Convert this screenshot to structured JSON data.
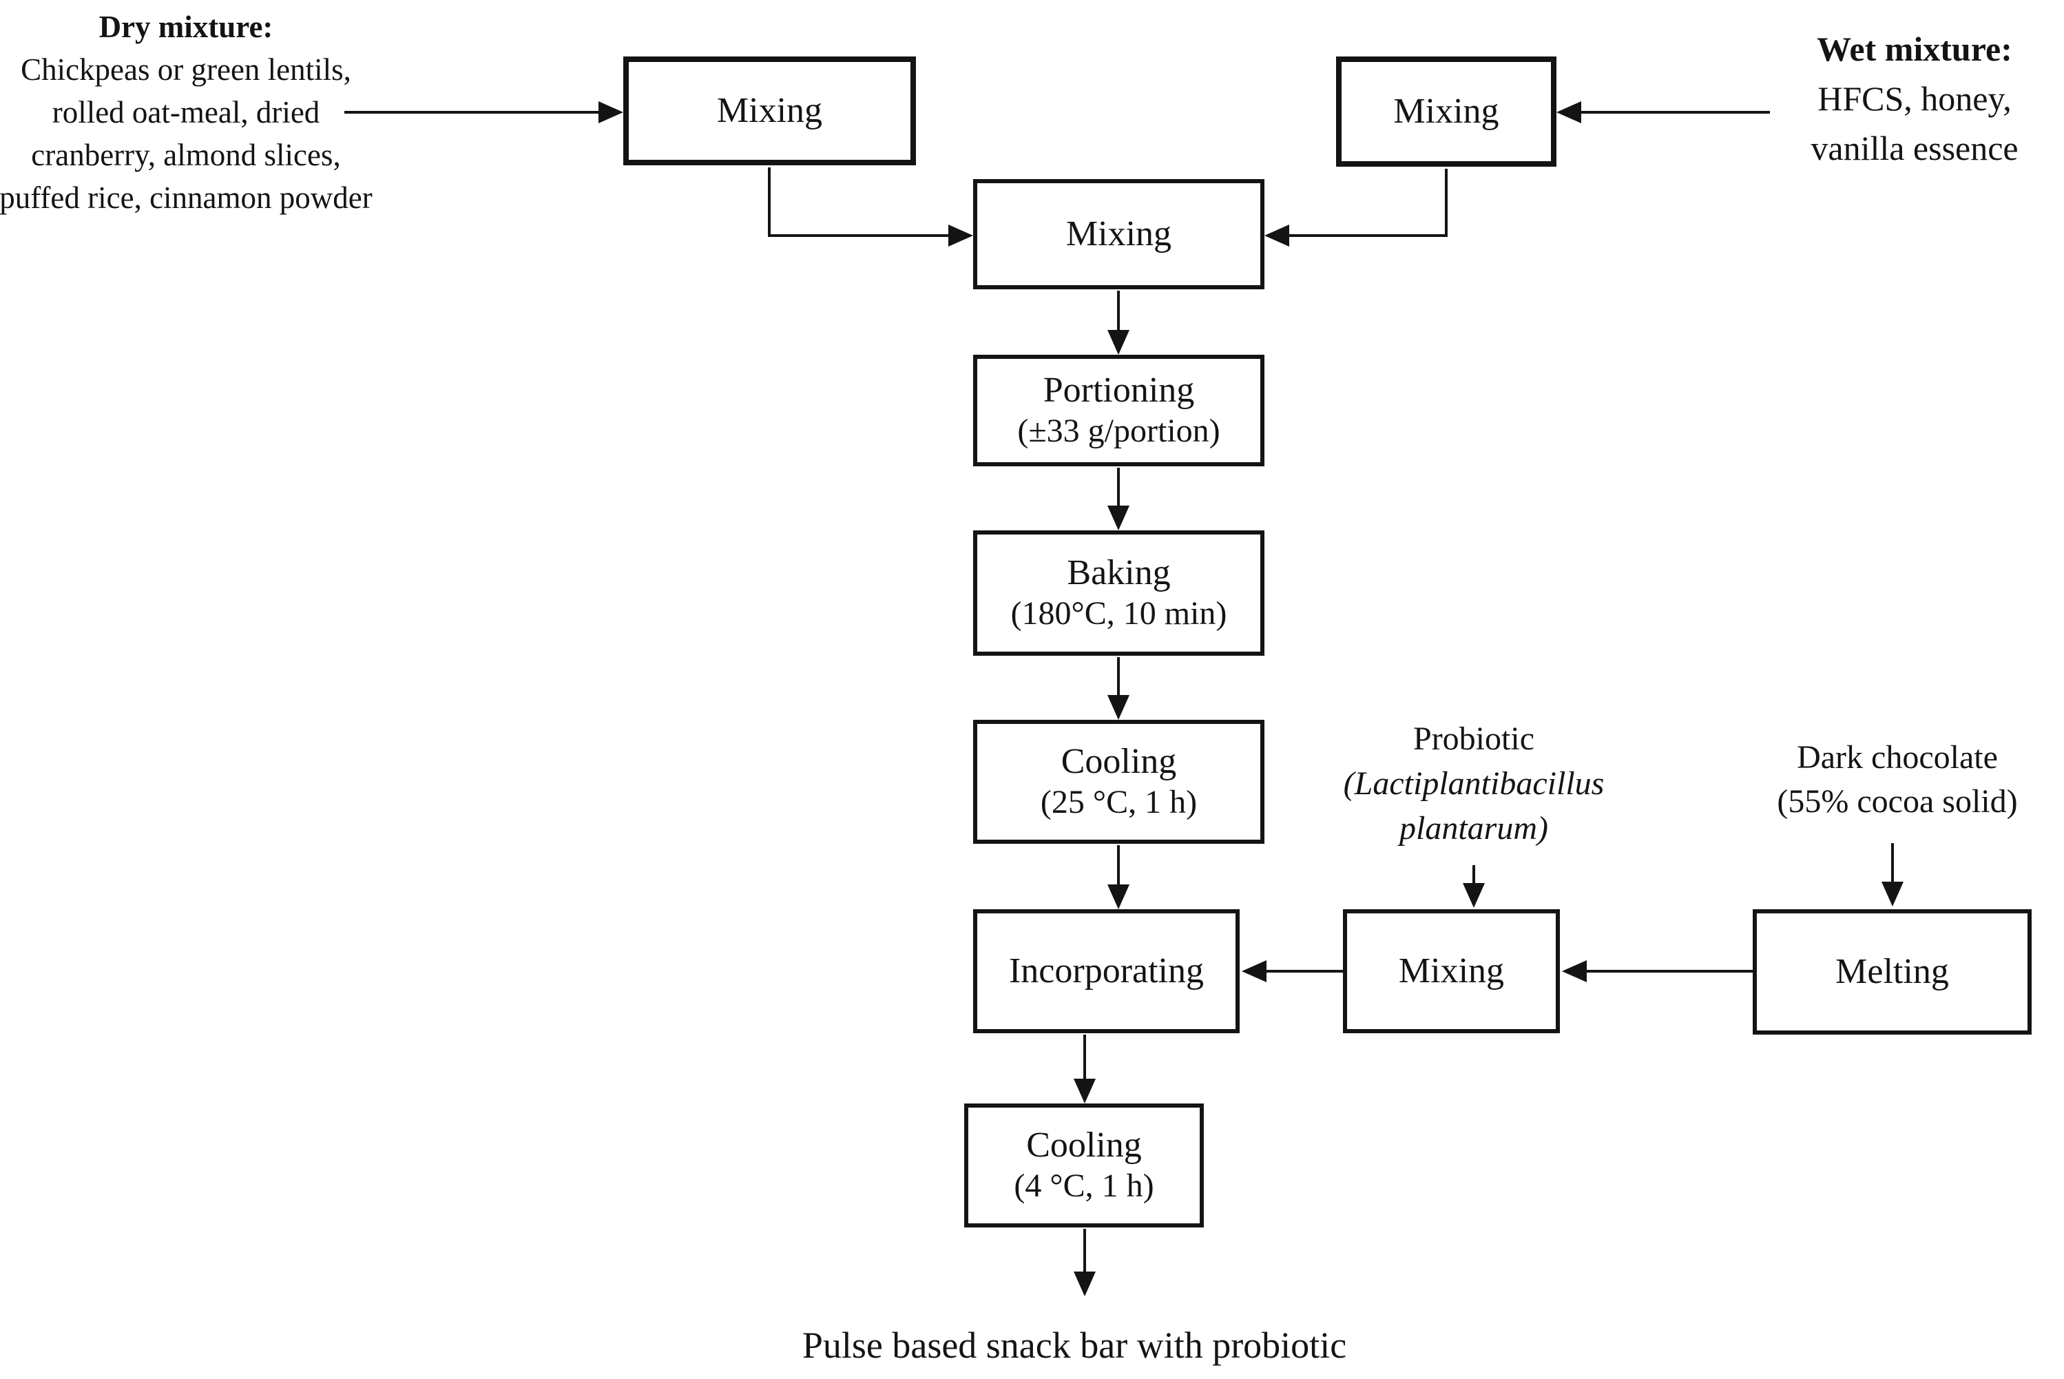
{
  "diagram": {
    "annotations": {
      "dry": {
        "title": "Dry mixture:",
        "lines": [
          "Chickpeas or green lentils,",
          "rolled oat-meal, dried",
          "cranberry, almond slices,",
          "puffed rice, cinnamon powder"
        ]
      },
      "wet": {
        "title": "Wet mixture:",
        "lines": [
          "HFCS, honey,",
          "vanilla essence"
        ]
      },
      "probiotic": {
        "line1": "Probiotic",
        "line2": "(Lactiplantibacillus",
        "line3": "plantarum)"
      },
      "chocolate": {
        "line1": "Dark chocolate",
        "line2": "(55% cocoa solid)"
      }
    },
    "boxes": {
      "mixing_dry": {
        "label": "Mixing"
      },
      "mixing_wet": {
        "label": "Mixing"
      },
      "mixing_combined": {
        "label": "Mixing"
      },
      "portioning": {
        "label": "Portioning",
        "detail": "(±33 g/portion)"
      },
      "baking": {
        "label": "Baking",
        "detail": "(180°C, 10 min)"
      },
      "cooling_room": {
        "label": "Cooling",
        "detail": "(25 °C, 1 h)"
      },
      "incorporating": {
        "label": "Incorporating"
      },
      "mixing_probiotic": {
        "label": "Mixing"
      },
      "melting": {
        "label": "Melting"
      },
      "cooling_cold": {
        "label": "Cooling",
        "detail": "(4 °C, 1 h)"
      }
    },
    "caption": "Pulse based snack bar with probiotic",
    "colors": {
      "line": "#141414",
      "background": "#ffffff",
      "text": "#141414"
    }
  }
}
